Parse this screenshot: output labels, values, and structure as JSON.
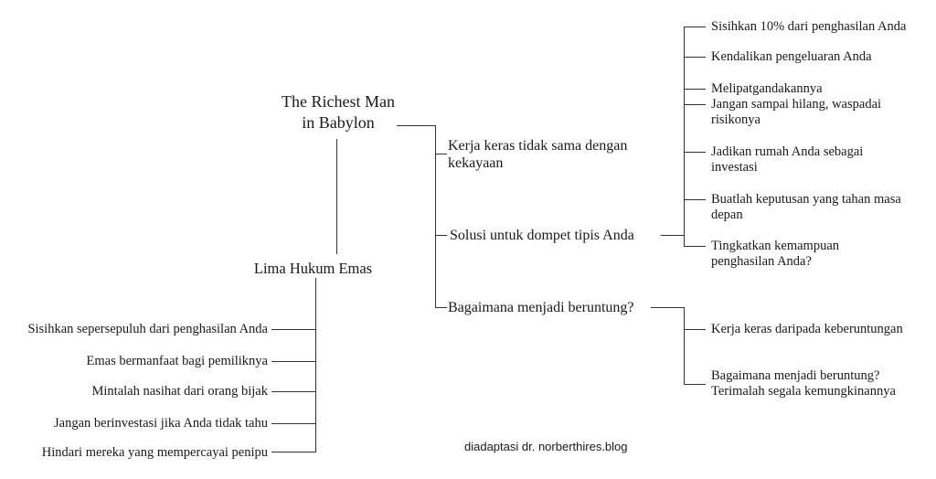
{
  "colors": {
    "line": "#333333",
    "text": "#1a1a1a",
    "background": "#ffffff"
  },
  "root": {
    "label": "The Richest Man\nin Babylon"
  },
  "branches": {
    "work_vs_wealth": "Kerja keras tidak sama dengan\nkekayaan",
    "lean_purse": "Solusi untuk dompet tipis Anda",
    "luck": "Bagaimana menjadi beruntung?"
  },
  "five_laws": {
    "title": "Lima Hukum Emas",
    "items": [
      "Sisihkan sepersepuluh dari penghasilan Anda",
      "Emas bermanfaat bagi pemiliknya",
      "Mintalah nasihat dari orang bijak",
      "Jangan berinvestasi jika Anda tidak tahu",
      "Hindari mereka yang mempercayai penipu"
    ]
  },
  "lean_purse_items": [
    "Sisihkan 10% dari penghasilan Anda",
    "Kendalikan pengeluaran Anda",
    "Melipatgandakannya",
    "Jangan sampai hilang, waspadai\nrisikonya",
    "Jadikan rumah Anda sebagai\ninvestasi",
    "Buatlah keputusan yang tahan masa\ndepan",
    "Tingkatkan kemampuan\npenghasilan Anda?"
  ],
  "luck_items": [
    "Kerja keras daripada keberuntungan",
    "Bagaimana menjadi beruntung?\nTerimalah segala kemungkinannya"
  ],
  "credit": "diadaptasi dr. norberthires.blog"
}
